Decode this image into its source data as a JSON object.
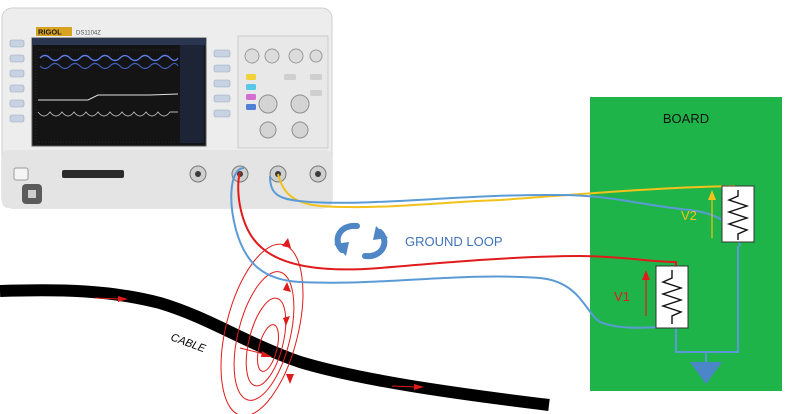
{
  "scope": {
    "brand": "RIGOL",
    "model": "DS1104Z"
  },
  "board": {
    "title": "BOARD",
    "fill": "#1fb44a"
  },
  "labels": {
    "ground_loop": "GROUND LOOP",
    "cable": "CABLE",
    "v1": "V1",
    "v2": "V2"
  },
  "colors": {
    "probe_red": "#e01b1b",
    "probe_yellow": "#f2c21a",
    "ground_blue": "#5b9bd5",
    "loop_arrow_blue": "#4f86c6",
    "ground_symbol": "#4a86c8",
    "cable": "#000000",
    "field_lines": "#e01b1b"
  },
  "icons": {
    "loop": "circular-arrows-icon",
    "ground": "ground-triangle-icon",
    "resistor": "resistor-zigzag-icon"
  }
}
